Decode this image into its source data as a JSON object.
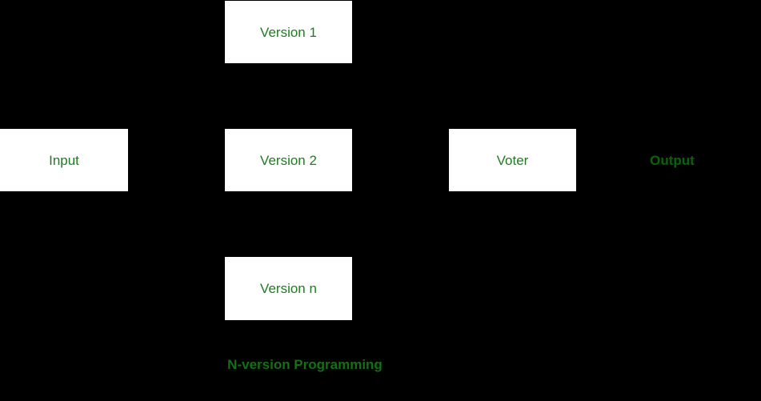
{
  "title": "N-version Programming",
  "colors": {
    "background": "#000000",
    "box_fill": "#ffffff",
    "box_label": "#1e7d22",
    "output_text": "#096409",
    "caption_text": "#156f15"
  },
  "diagram": {
    "nodes": [
      {
        "id": "input",
        "label": "Input"
      },
      {
        "id": "version-1",
        "label": "Version 1"
      },
      {
        "id": "version-2",
        "label": "Version 2"
      },
      {
        "id": "version-n",
        "label": "Version n"
      },
      {
        "id": "voter",
        "label": "Voter"
      }
    ],
    "output_label": "Output",
    "caption": "N-version Programming"
  }
}
